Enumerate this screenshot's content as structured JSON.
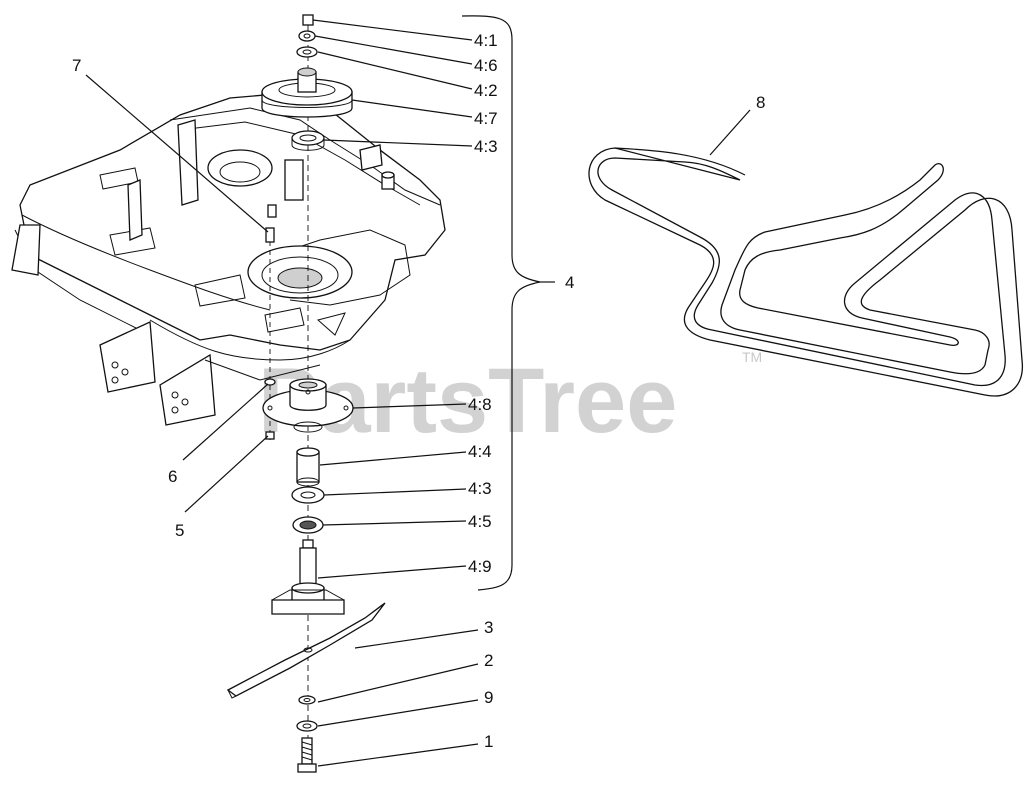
{
  "watermark": "PartsTree",
  "trademark": "TM",
  "callouts": {
    "c4_1": "4:1",
    "c4_6": "4:6",
    "c4_2": "4:2",
    "c4_7": "4:7",
    "c4_3a": "4:3",
    "c4": "4",
    "c4_8": "4:8",
    "c4_4": "4:4",
    "c4_3b": "4:3",
    "c4_5": "4:5",
    "c4_9": "4:9",
    "c3": "3",
    "c2": "2",
    "c9": "9",
    "c1": "1",
    "c7": "7",
    "c6": "6",
    "c5": "5",
    "c8": "8"
  }
}
